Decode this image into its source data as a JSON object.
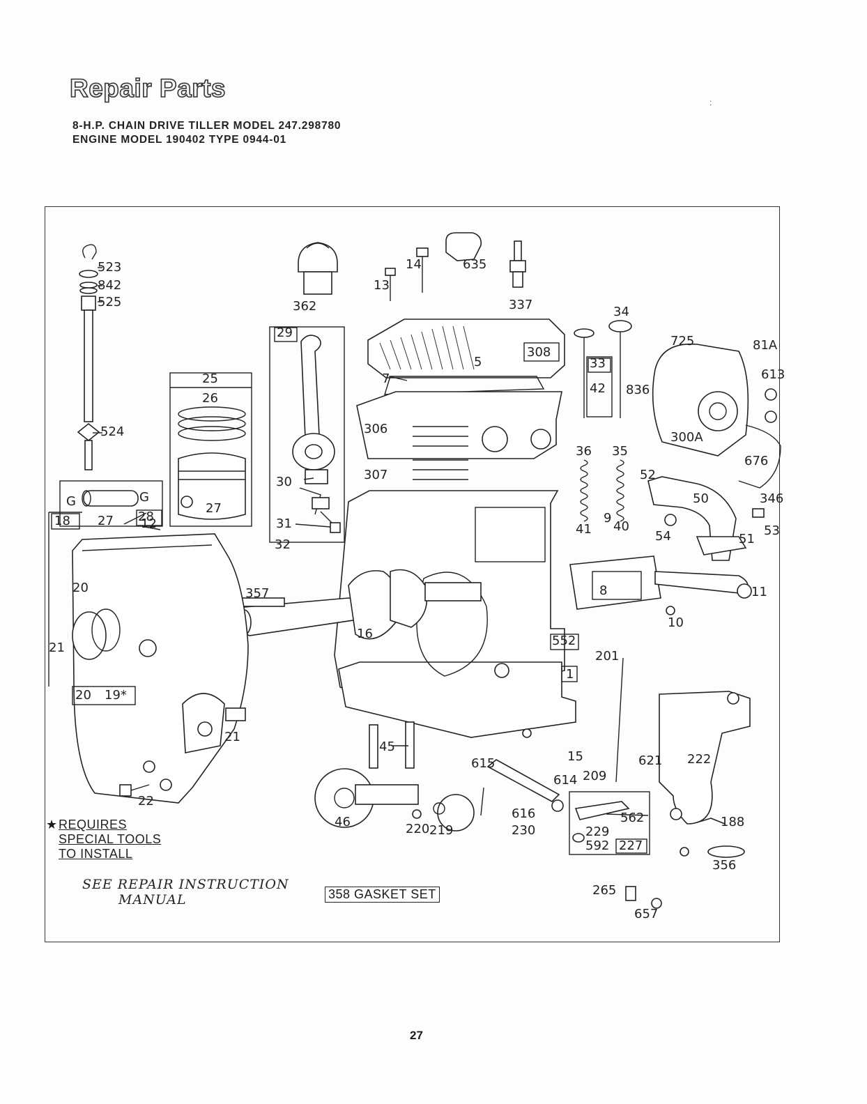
{
  "header": {
    "title": "Repair Parts",
    "subtitle_line1": "8-H.P. CHAIN DRIVE TILLER MODEL 247.298780",
    "subtitle_line2": "ENGINE MODEL 190402 TYPE 0944-01"
  },
  "diagram": {
    "part_labels": {
      "p523": "523",
      "p842": "842",
      "p525": "525",
      "p524": "524",
      "p362": "362",
      "p13": "13",
      "p14": "14",
      "p635": "635",
      "p337": "337",
      "p29": "29",
      "p25": "25",
      "p26": "26",
      "p27a": "27",
      "p27b": "27",
      "p28": "28",
      "p30": "30",
      "p31": "31",
      "p32": "32",
      "p5": "5",
      "p308": "308",
      "p7": "7",
      "p34": "34",
      "p33": "33",
      "p42": "42",
      "p836": "836",
      "p725": "725",
      "p81a": "81A",
      "p613": "613",
      "p300a": "300A",
      "p676": "676",
      "p346": "346",
      "p306": "306",
      "p307": "307",
      "p36": "36",
      "p35": "35",
      "p52": "52",
      "p50": "50",
      "p41": "41",
      "p40": "40",
      "p54": "54",
      "p53": "53",
      "p51": "51",
      "p9": "9",
      "p8": "8",
      "p11": "11",
      "p10": "10",
      "p18": "18",
      "p12": "12",
      "p20a": "20",
      "p20b": "20",
      "p21a": "21",
      "p21b": "21",
      "p19": "19*",
      "p357": "357",
      "p16": "16",
      "p552": "552",
      "p1": "1",
      "p201": "201",
      "p22": "22",
      "p45": "45",
      "p615": "615",
      "p15": "15",
      "p209": "209",
      "p621": "621",
      "p222": "222",
      "p614": "614",
      "p562": "562",
      "p188": "188",
      "p46": "46",
      "p220": "220",
      "p219": "219",
      "p616": "616",
      "p230": "230",
      "p229": "229",
      "p592": "592",
      "p227": "227",
      "p356": "356",
      "p265": "265",
      "p657": "657",
      "pG1": "G",
      "pG2": "G"
    }
  },
  "notes": {
    "star": "★",
    "requires_line1": "REQUIRES",
    "requires_line2": "SPECIAL TOOLS",
    "requires_line3": "TO INSTALL",
    "manual_line1": "SEE REPAIR INSTRUCTION",
    "manual_line2": "MANUAL",
    "gasket_set": "358 GASKET SET"
  },
  "footer": {
    "page_number": "27"
  }
}
